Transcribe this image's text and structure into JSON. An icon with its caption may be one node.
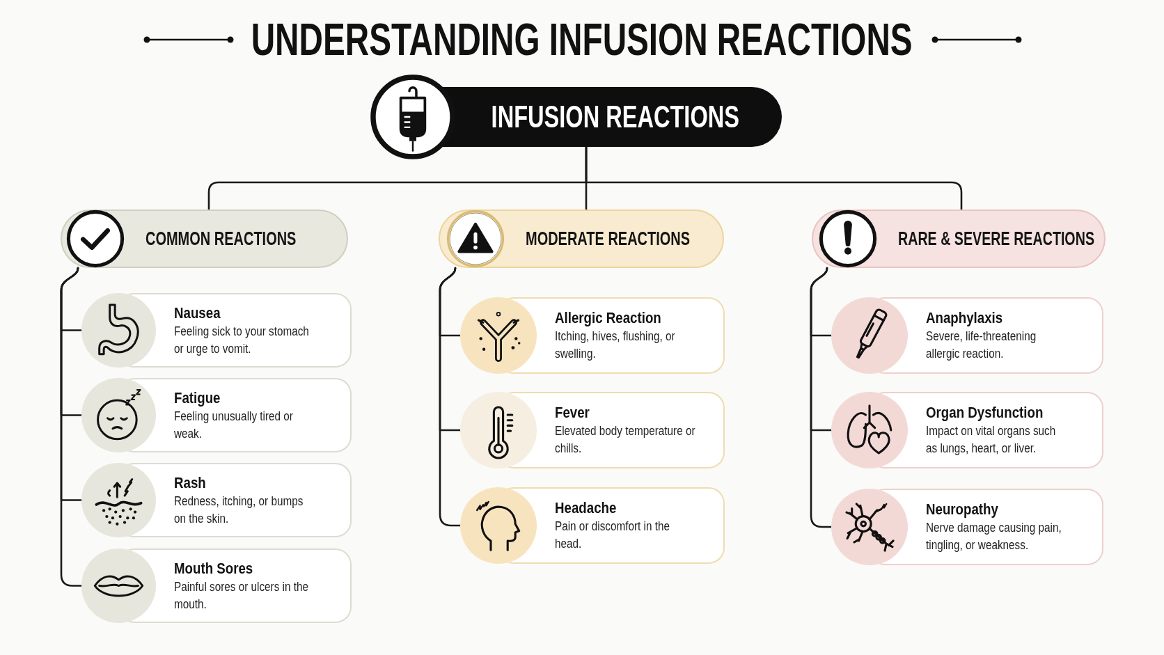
{
  "diagram": {
    "title": "UNDERSTANDING INFUSION REACTIONS",
    "nodes": [
      {
        "text": [
          "INFUSION REACTIONS"
        ]
      },
      {
        "text": [
          "COMMON REACTIONS"
        ]
      },
      {
        "text": [
          "MODERATE REACTIONS"
        ]
      },
      {
        "text": [
          "RARE & SEVERE REACTIONS"
        ]
      },
      {
        "text": [
          "Nausea",
          "Feeling sick to your stomach or urge to vomit."
        ]
      },
      {
        "text": [
          "Fatigue",
          "Feeling unusually tired or weak."
        ]
      },
      {
        "text": [
          "Rash",
          "Redness, itching, or bumps on the skin."
        ]
      },
      {
        "text": [
          "Mouth Sores",
          "Painful sores or ulcers in the mouth."
        ]
      },
      {
        "text": [
          "Allergic Reaction",
          "Itching, hives, flushing, or swelling."
        ]
      },
      {
        "text": [
          "Fever",
          "Elevated body temperature or chills."
        ]
      },
      {
        "text": [
          "Headache",
          "Pain or discomfort in the head."
        ]
      },
      {
        "text": [
          "Anaphylaxis",
          "Severe, life-threatening allergic reaction."
        ]
      },
      {
        "text": [
          "Organ Dysfunction",
          "Impact on vital organs such as lungs, heart, or liver."
        ]
      },
      {
        "text": [
          "Neuropathy",
          "Nerve damage causing pain, tingling, or weakness."
        ]
      }
    ],
    "edges": [
      {
        "from": 0,
        "to": 1,
        "arrow": "none"
      },
      {
        "from": 0,
        "to": 2,
        "arrow": "none"
      },
      {
        "from": 0,
        "to": 3,
        "arrow": "none"
      },
      {
        "from": 1,
        "to": 4,
        "arrow": "none"
      },
      {
        "from": 1,
        "to": 5,
        "arrow": "none"
      },
      {
        "from": 1,
        "to": 6,
        "arrow": "none"
      },
      {
        "from": 1,
        "to": 7,
        "arrow": "none"
      },
      {
        "from": 2,
        "to": 8,
        "arrow": "none"
      },
      {
        "from": 2,
        "to": 9,
        "arrow": "none"
      },
      {
        "from": 2,
        "to": 10,
        "arrow": "none"
      },
      {
        "from": 3,
        "to": 11,
        "arrow": "none"
      },
      {
        "from": 3,
        "to": 12,
        "arrow": "none"
      },
      {
        "from": 3,
        "to": 13,
        "arrow": "none"
      }
    ]
  }
}
